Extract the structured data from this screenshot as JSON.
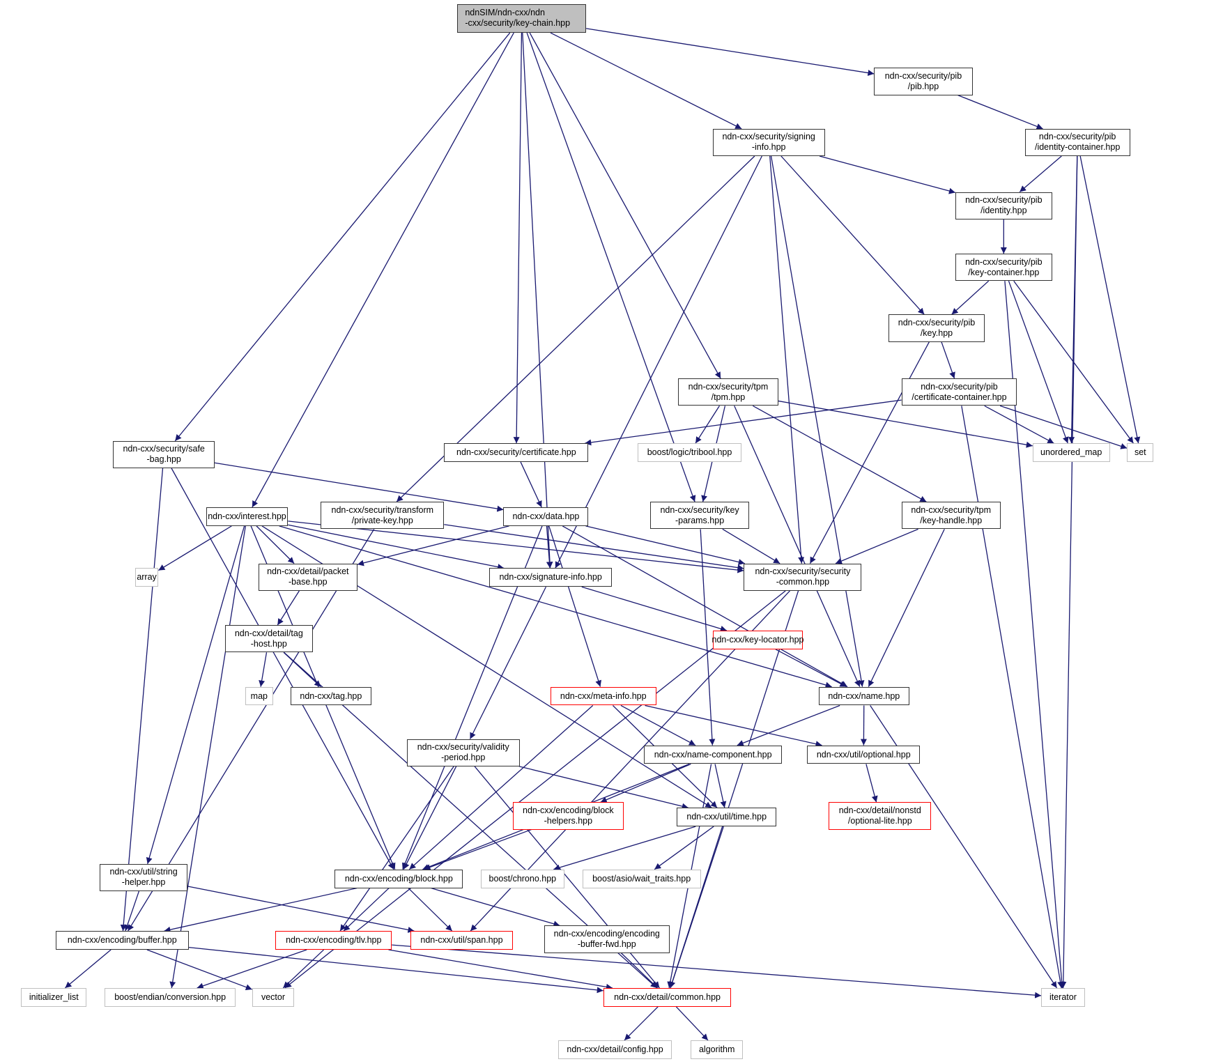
{
  "diagram": {
    "title": "ndnSIM/ndn-cxx/ndn-cxx/security/key-chain.hpp",
    "edge_color": "#191970",
    "nodes": [
      {
        "id": "keychain",
        "label": "ndnSIM/ndn-cxx/ndn\n-cxx/security/key-chain.hpp",
        "kind": "root"
      },
      {
        "id": "pib",
        "label": "ndn-cxx/security/pib\n/pib.hpp",
        "kind": "normal"
      },
      {
        "id": "signinginfo",
        "label": "ndn-cxx/security/signing\n-info.hpp",
        "kind": "normal"
      },
      {
        "id": "identitycontainer",
        "label": "ndn-cxx/security/pib\n/identity-container.hpp",
        "kind": "normal"
      },
      {
        "id": "identity",
        "label": "ndn-cxx/security/pib\n/identity.hpp",
        "kind": "normal"
      },
      {
        "id": "keycontainer",
        "label": "ndn-cxx/security/pib\n/key-container.hpp",
        "kind": "normal"
      },
      {
        "id": "pibkey",
        "label": "ndn-cxx/security/pib\n/key.hpp",
        "kind": "normal"
      },
      {
        "id": "tpm",
        "label": "ndn-cxx/security/tpm\n/tpm.hpp",
        "kind": "normal"
      },
      {
        "id": "certcontainer",
        "label": "ndn-cxx/security/pib\n/certificate-container.hpp",
        "kind": "normal"
      },
      {
        "id": "safebag",
        "label": "ndn-cxx/security/safe\n-bag.hpp",
        "kind": "normal"
      },
      {
        "id": "certificate",
        "label": "ndn-cxx/security/certificate.hpp",
        "kind": "normal"
      },
      {
        "id": "tribool",
        "label": "boost/logic/tribool.hpp",
        "kind": "external"
      },
      {
        "id": "unorderedmap",
        "label": "unordered_map",
        "kind": "external"
      },
      {
        "id": "set",
        "label": "set",
        "kind": "external"
      },
      {
        "id": "interest",
        "label": "ndn-cxx/interest.hpp",
        "kind": "normal"
      },
      {
        "id": "privatekey",
        "label": "ndn-cxx/security/transform\n/private-key.hpp",
        "kind": "normal"
      },
      {
        "id": "data",
        "label": "ndn-cxx/data.hpp",
        "kind": "normal"
      },
      {
        "id": "keyparams",
        "label": "ndn-cxx/security/key\n-params.hpp",
        "kind": "normal"
      },
      {
        "id": "keyhandle",
        "label": "ndn-cxx/security/tpm\n/key-handle.hpp",
        "kind": "normal"
      },
      {
        "id": "array",
        "label": "array",
        "kind": "external"
      },
      {
        "id": "packetbase",
        "label": "ndn-cxx/detail/packet\n-base.hpp",
        "kind": "normal"
      },
      {
        "id": "signatureinfo",
        "label": "ndn-cxx/signature-info.hpp",
        "kind": "normal"
      },
      {
        "id": "securitycommon",
        "label": "ndn-cxx/security/security\n-common.hpp",
        "kind": "normal"
      },
      {
        "id": "taghost",
        "label": "ndn-cxx/detail/tag\n-host.hpp",
        "kind": "normal"
      },
      {
        "id": "keylocator",
        "label": "ndn-cxx/key-locator.hpp",
        "kind": "missing"
      },
      {
        "id": "map",
        "label": "map",
        "kind": "external"
      },
      {
        "id": "tag",
        "label": "ndn-cxx/tag.hpp",
        "kind": "normal"
      },
      {
        "id": "metainfo",
        "label": "ndn-cxx/meta-info.hpp",
        "kind": "missing"
      },
      {
        "id": "name",
        "label": "ndn-cxx/name.hpp",
        "kind": "normal"
      },
      {
        "id": "validityperiod",
        "label": "ndn-cxx/security/validity\n-period.hpp",
        "kind": "normal"
      },
      {
        "id": "namecomponent",
        "label": "ndn-cxx/name-component.hpp",
        "kind": "normal"
      },
      {
        "id": "optional",
        "label": "ndn-cxx/util/optional.hpp",
        "kind": "normal"
      },
      {
        "id": "blockhelpers",
        "label": "ndn-cxx/encoding/block\n-helpers.hpp",
        "kind": "missing"
      },
      {
        "id": "time",
        "label": "ndn-cxx/util/time.hpp",
        "kind": "normal"
      },
      {
        "id": "optionallite",
        "label": "ndn-cxx/detail/nonstd\n/optional-lite.hpp",
        "kind": "missing"
      },
      {
        "id": "stringhelper",
        "label": "ndn-cxx/util/string\n-helper.hpp",
        "kind": "normal"
      },
      {
        "id": "block",
        "label": "ndn-cxx/encoding/block.hpp",
        "kind": "normal"
      },
      {
        "id": "chrono",
        "label": "boost/chrono.hpp",
        "kind": "external"
      },
      {
        "id": "waittraits",
        "label": "boost/asio/wait_traits.hpp",
        "kind": "external"
      },
      {
        "id": "buffer",
        "label": "ndn-cxx/encoding/buffer.hpp",
        "kind": "normal"
      },
      {
        "id": "tlv",
        "label": "ndn-cxx/encoding/tlv.hpp",
        "kind": "missing"
      },
      {
        "id": "span",
        "label": "ndn-cxx/util/span.hpp",
        "kind": "missing"
      },
      {
        "id": "bufferfwd",
        "label": "ndn-cxx/encoding/encoding\n-buffer-fwd.hpp",
        "kind": "normal"
      },
      {
        "id": "initializerlist",
        "label": "initializer_list",
        "kind": "external"
      },
      {
        "id": "endian",
        "label": "boost/endian/conversion.hpp",
        "kind": "external"
      },
      {
        "id": "vector",
        "label": "vector",
        "kind": "external"
      },
      {
        "id": "common",
        "label": "ndn-cxx/detail/common.hpp",
        "kind": "missing"
      },
      {
        "id": "iterator",
        "label": "iterator",
        "kind": "external"
      },
      {
        "id": "config",
        "label": "ndn-cxx/detail/config.hpp",
        "kind": "external"
      },
      {
        "id": "algorithm",
        "label": "algorithm",
        "kind": "external"
      }
    ],
    "edges": [
      [
        "keychain",
        "pib"
      ],
      [
        "keychain",
        "signinginfo"
      ],
      [
        "keychain",
        "safebag"
      ],
      [
        "keychain",
        "interest"
      ],
      [
        "keychain",
        "certificate"
      ],
      [
        "keychain",
        "keyparams"
      ],
      [
        "keychain",
        "tpm"
      ],
      [
        "keychain",
        "signatureinfo"
      ],
      [
        "pib",
        "identitycontainer"
      ],
      [
        "identitycontainer",
        "identity"
      ],
      [
        "identitycontainer",
        "unorderedmap"
      ],
      [
        "identitycontainer",
        "set"
      ],
      [
        "identitycontainer",
        "iterator"
      ],
      [
        "signinginfo",
        "identity"
      ],
      [
        "signinginfo",
        "pibkey"
      ],
      [
        "signinginfo",
        "securitycommon"
      ],
      [
        "signinginfo",
        "name"
      ],
      [
        "signinginfo",
        "privatekey"
      ],
      [
        "signinginfo",
        "signatureinfo"
      ],
      [
        "identity",
        "keycontainer"
      ],
      [
        "keycontainer",
        "pibkey"
      ],
      [
        "keycontainer",
        "unorderedmap"
      ],
      [
        "keycontainer",
        "set"
      ],
      [
        "keycontainer",
        "iterator"
      ],
      [
        "pibkey",
        "certcontainer"
      ],
      [
        "pibkey",
        "securitycommon"
      ],
      [
        "certcontainer",
        "certificate"
      ],
      [
        "certcontainer",
        "unorderedmap"
      ],
      [
        "certcontainer",
        "set"
      ],
      [
        "certcontainer",
        "iterator"
      ],
      [
        "tpm",
        "tribool"
      ],
      [
        "tpm",
        "keyparams"
      ],
      [
        "tpm",
        "keyhandle"
      ],
      [
        "tpm",
        "unorderedmap"
      ],
      [
        "tpm",
        "name"
      ],
      [
        "safebag",
        "data"
      ],
      [
        "safebag",
        "buffer"
      ],
      [
        "safebag",
        "block"
      ],
      [
        "certificate",
        "data"
      ],
      [
        "interest",
        "array"
      ],
      [
        "interest",
        "packetbase"
      ],
      [
        "interest",
        "signatureinfo"
      ],
      [
        "interest",
        "securitycommon"
      ],
      [
        "interest",
        "name"
      ],
      [
        "interest",
        "time"
      ],
      [
        "interest",
        "stringhelper"
      ],
      [
        "interest",
        "endian"
      ],
      [
        "interest",
        "block"
      ],
      [
        "privatekey",
        "securitycommon"
      ],
      [
        "privatekey",
        "buffer"
      ],
      [
        "data",
        "packetbase"
      ],
      [
        "data",
        "signatureinfo"
      ],
      [
        "data",
        "securitycommon"
      ],
      [
        "data",
        "metainfo"
      ],
      [
        "data",
        "name"
      ],
      [
        "data",
        "block"
      ],
      [
        "keyparams",
        "securitycommon"
      ],
      [
        "keyparams",
        "namecomponent"
      ],
      [
        "keyhandle",
        "securitycommon"
      ],
      [
        "keyhandle",
        "name"
      ],
      [
        "packetbase",
        "taghost"
      ],
      [
        "signatureinfo",
        "keylocator"
      ],
      [
        "signatureinfo",
        "validityperiod"
      ],
      [
        "securitycommon",
        "vector"
      ],
      [
        "securitycommon",
        "span"
      ],
      [
        "securitycommon",
        "common"
      ],
      [
        "taghost",
        "map"
      ],
      [
        "taghost",
        "tag"
      ],
      [
        "taghost",
        "common"
      ],
      [
        "keylocator",
        "name"
      ],
      [
        "metainfo",
        "namecomponent"
      ],
      [
        "metainfo",
        "optional"
      ],
      [
        "metainfo",
        "time"
      ],
      [
        "metainfo",
        "block"
      ],
      [
        "name",
        "namecomponent"
      ],
      [
        "name",
        "optional"
      ],
      [
        "name",
        "iterator"
      ],
      [
        "validityperiod",
        "block"
      ],
      [
        "validityperiod",
        "time"
      ],
      [
        "validityperiod",
        "tlv"
      ],
      [
        "validityperiod",
        "common"
      ],
      [
        "namecomponent",
        "blockhelpers"
      ],
      [
        "namecomponent",
        "time"
      ],
      [
        "namecomponent",
        "block"
      ],
      [
        "namecomponent",
        "common"
      ],
      [
        "optional",
        "optionallite"
      ],
      [
        "blockhelpers",
        "block"
      ],
      [
        "time",
        "chrono"
      ],
      [
        "time",
        "waittraits"
      ],
      [
        "time",
        "common"
      ],
      [
        "stringhelper",
        "buffer"
      ],
      [
        "stringhelper",
        "span"
      ],
      [
        "block",
        "buffer"
      ],
      [
        "block",
        "tlv"
      ],
      [
        "block",
        "span"
      ],
      [
        "block",
        "bufferfwd"
      ],
      [
        "buffer",
        "initializerlist"
      ],
      [
        "buffer",
        "vector"
      ],
      [
        "buffer",
        "common"
      ],
      [
        "tlv",
        "endian"
      ],
      [
        "tlv",
        "vector"
      ],
      [
        "tlv",
        "common"
      ],
      [
        "tlv",
        "iterator"
      ],
      [
        "bufferfwd",
        "common"
      ],
      [
        "common",
        "config"
      ],
      [
        "common",
        "algorithm"
      ]
    ]
  }
}
